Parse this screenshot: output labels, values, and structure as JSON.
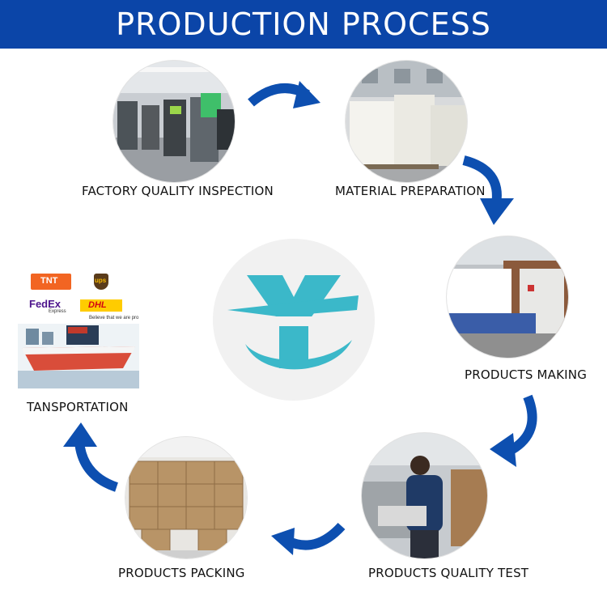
{
  "header": {
    "title": "PRODUCTION PROCESS"
  },
  "steps": [
    {
      "label": "FACTORY QUALITY INSPECTION"
    },
    {
      "label": "MATERIAL PREPARATION"
    },
    {
      "label": "PRODUCTS MAKING"
    },
    {
      "label": "PRODUCTS QUALITY TEST"
    },
    {
      "label": "PRODUCTS PACKING"
    },
    {
      "label": "TANSPORTATION"
    }
  ],
  "carriers": {
    "tnt": "TNT",
    "ups": "ups",
    "fedex": "FedEx",
    "fedex_sub": "Express",
    "dhl": "DHL",
    "tagline": "Believe that we are pro"
  },
  "colors": {
    "header": "#0b45a8",
    "arrow": "#0d4fb0",
    "logo_teal": "#3bb8c9"
  }
}
